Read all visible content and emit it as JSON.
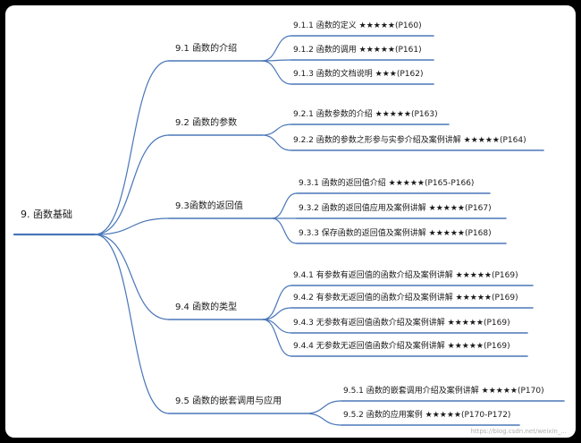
{
  "colors": {
    "line": "#4a76b8",
    "text": "#1a1a1a",
    "frame": "#000000"
  },
  "root": {
    "label": "9. 函数基础"
  },
  "sections": [
    {
      "label": "9.1 函数的介绍",
      "children": [
        {
          "label": "9.1.1 函数的定义 ★★★★★(P160)"
        },
        {
          "label": "9.1.2 函数的调用 ★★★★★(P161)"
        },
        {
          "label": "9.1.3 函数的文档说明 ★★★(P162)"
        }
      ]
    },
    {
      "label": "9.2 函数的参数",
      "children": [
        {
          "label": "9.2.1 函数参数的介绍 ★★★★★(P163)"
        },
        {
          "label": "9.2.2 函数的参数之形参与实参介绍及案例讲解 ★★★★★(P164)"
        }
      ]
    },
    {
      "label": "9.3函数的返回值",
      "children": [
        {
          "label": "9.3.1 函数的返回值介绍 ★★★★★(P165-P166)"
        },
        {
          "label": "9.3.2 函数的返回值应用及案例讲解 ★★★★★(P167)"
        },
        {
          "label": "9.3.3 保存函数的返回值及案例讲解 ★★★★★(P168)"
        }
      ]
    },
    {
      "label": "9.4 函数的类型",
      "children": [
        {
          "label": "9.4.1 有参数有返回值的函数介绍及案例讲解 ★★★★★(P169)"
        },
        {
          "label": "9.4.2 有参数无返回值的函数介绍及案例讲解 ★★★★★(P169)"
        },
        {
          "label": "9.4.3 无参数有返回值函数介绍及案例讲解 ★★★★★(P169)"
        },
        {
          "label": "9.4.4 无参数无返回值函数介绍及案例讲解 ★★★★★(P169)"
        }
      ]
    },
    {
      "label": "9.5 函数的嵌套调用与应用",
      "children": [
        {
          "label": "9.5.1 函数的嵌套调用介绍及案例讲解 ★★★★★(P170)"
        },
        {
          "label": "9.5.2 函数的应用案例 ★★★★★(P170-P172)"
        }
      ]
    }
  ],
  "watermark": "https://blog.csdn.net/weixin_..."
}
